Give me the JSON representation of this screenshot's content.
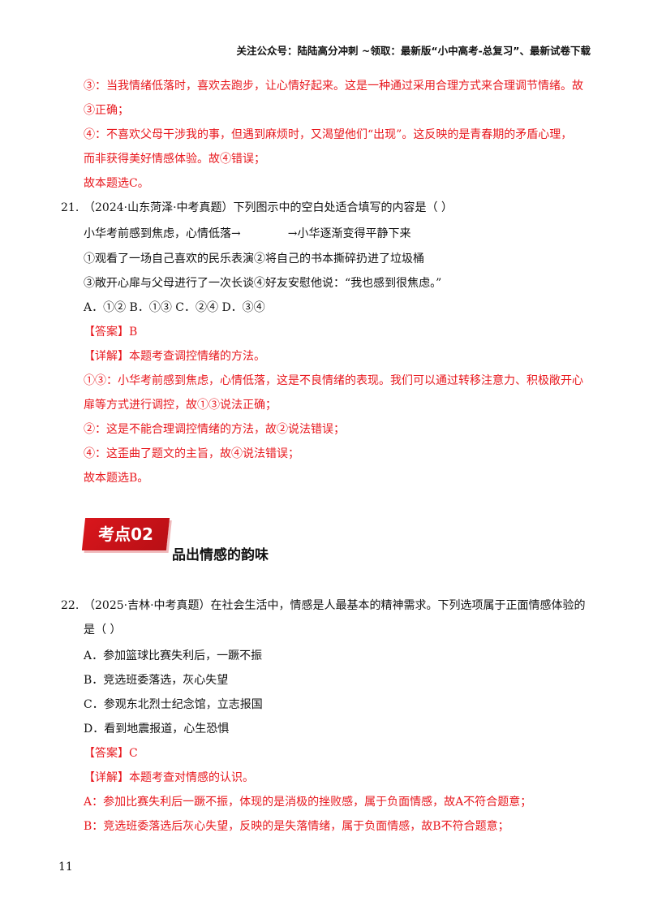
{
  "header": {
    "text": "关注公众号：陆陆高分冲刺 ~领取：最新版“小中高考-总复习”、最新试卷下载"
  },
  "prev_answer": {
    "line1": "③：当我情绪低落时，喜欢去跑步，让心情好起来。这是一种通过采用合理方式来合理调节情绪。故",
    "line2": "③正确；",
    "line3": "④：不喜欢父母干涉我的事，但遇到麻烦时，又渴望他们“出现”。这反映的是青春期的矛盾心理，",
    "line4": "而非获得美好情感体验。故④错误；",
    "line5": "故本题选C。"
  },
  "q21": {
    "number": "21.",
    "stem": "（2024·山东菏泽·中考真题）下列图示中的空白处适合填写的内容是（   ）",
    "diagram_left": "小华考前感到焦虑，心情低落→",
    "diagram_right": "→小华逐渐变得平静下来",
    "items1": "①观看了一场自己喜欢的民乐表演②将自己的书本撕碎扔进了垃圾桶",
    "items2": "③敞开心扉与父母进行了一次长谈④好友安慰他说：“我也感到很焦虑。”",
    "options": "A．①②  B．①③  C．②④  D．③④",
    "answer": "【答案】B",
    "analysis_intro": "【详解】本题考查调控情绪的方法。",
    "analysis1a": "①③：小华考前感到焦虑，心情低落，这是不良情绪的表现。我们可以通过转移注意力、积极敞开心",
    "analysis1b": "扉等方式进行调控，故①③说法正确；",
    "analysis2": "②：这是不能合理调控情绪的方法，故②说法错误；",
    "analysis3": "④：这歪曲了题文的主旨，故④说法错误；",
    "conclusion": "故本题选B。"
  },
  "section": {
    "badge": "考点02",
    "title": "品出情感的韵味"
  },
  "q22": {
    "number": "22.",
    "stem1": "（2025·吉林·中考真题）在社会生活中，情感是人最基本的精神需求。下列选项属于正面情感体验的",
    "stem2": "是（   ）",
    "optA": "A．参加篮球比赛失利后，一蹶不振",
    "optB": "B．竞选班委落选，灰心失望",
    "optC": "C．参观东北烈士纪念馆，立志报国",
    "optD": "D．看到地震报道，心生恐惧",
    "answer": "【答案】C",
    "analysis_intro": "【详解】本题考查对情感的认识。",
    "analysisA": "A：参加比赛失利后一蹶不振，体现的是消极的挫败感，属于负面情感，故A不符合题意；",
    "analysisB": "B：竞选班委落选后灰心失望，反映的是失落情绪，属于负面情感，故B不符合题意；"
  },
  "footer": {
    "page_number": "11"
  },
  "colors": {
    "answer_red": "#e8181e",
    "badge_red": "#d9161c"
  }
}
